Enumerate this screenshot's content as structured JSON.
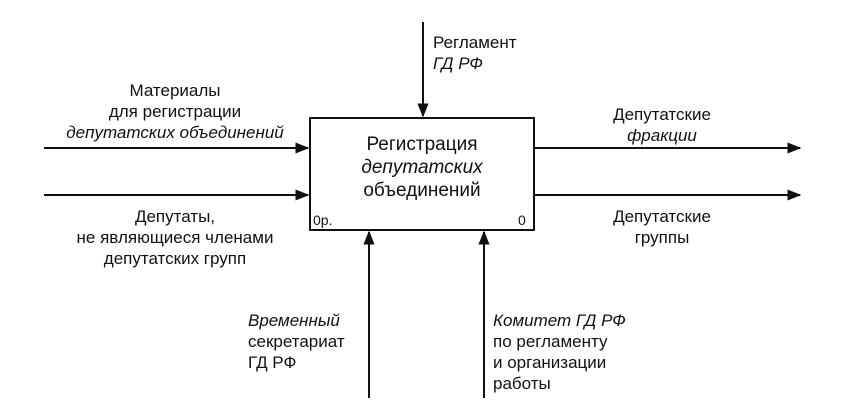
{
  "diagram": {
    "activity": {
      "lines": [
        "Регистрация",
        "депутатских",
        "объединений"
      ],
      "corner_left": "0р.",
      "corner_right": "0"
    },
    "control": {
      "lines": [
        "Регламент",
        "ГД РФ"
      ]
    },
    "inputs": [
      {
        "lines": [
          "Материалы",
          "для регистрации",
          "депутатских объединений"
        ]
      },
      {
        "lines": [
          "Депутаты,",
          "не являющиеся членами",
          "депутатских групп"
        ]
      }
    ],
    "outputs": [
      {
        "lines": [
          "Депутатские",
          "фракции"
        ]
      },
      {
        "lines": [
          "Депутатские",
          "группы"
        ]
      }
    ],
    "mechanisms": [
      {
        "lines": [
          "Временный",
          "секретариат",
          "ГД РФ"
        ]
      },
      {
        "lines": [
          "Комитет ГД РФ",
          "по регламенту",
          "и организации",
          "работы"
        ]
      }
    ]
  }
}
